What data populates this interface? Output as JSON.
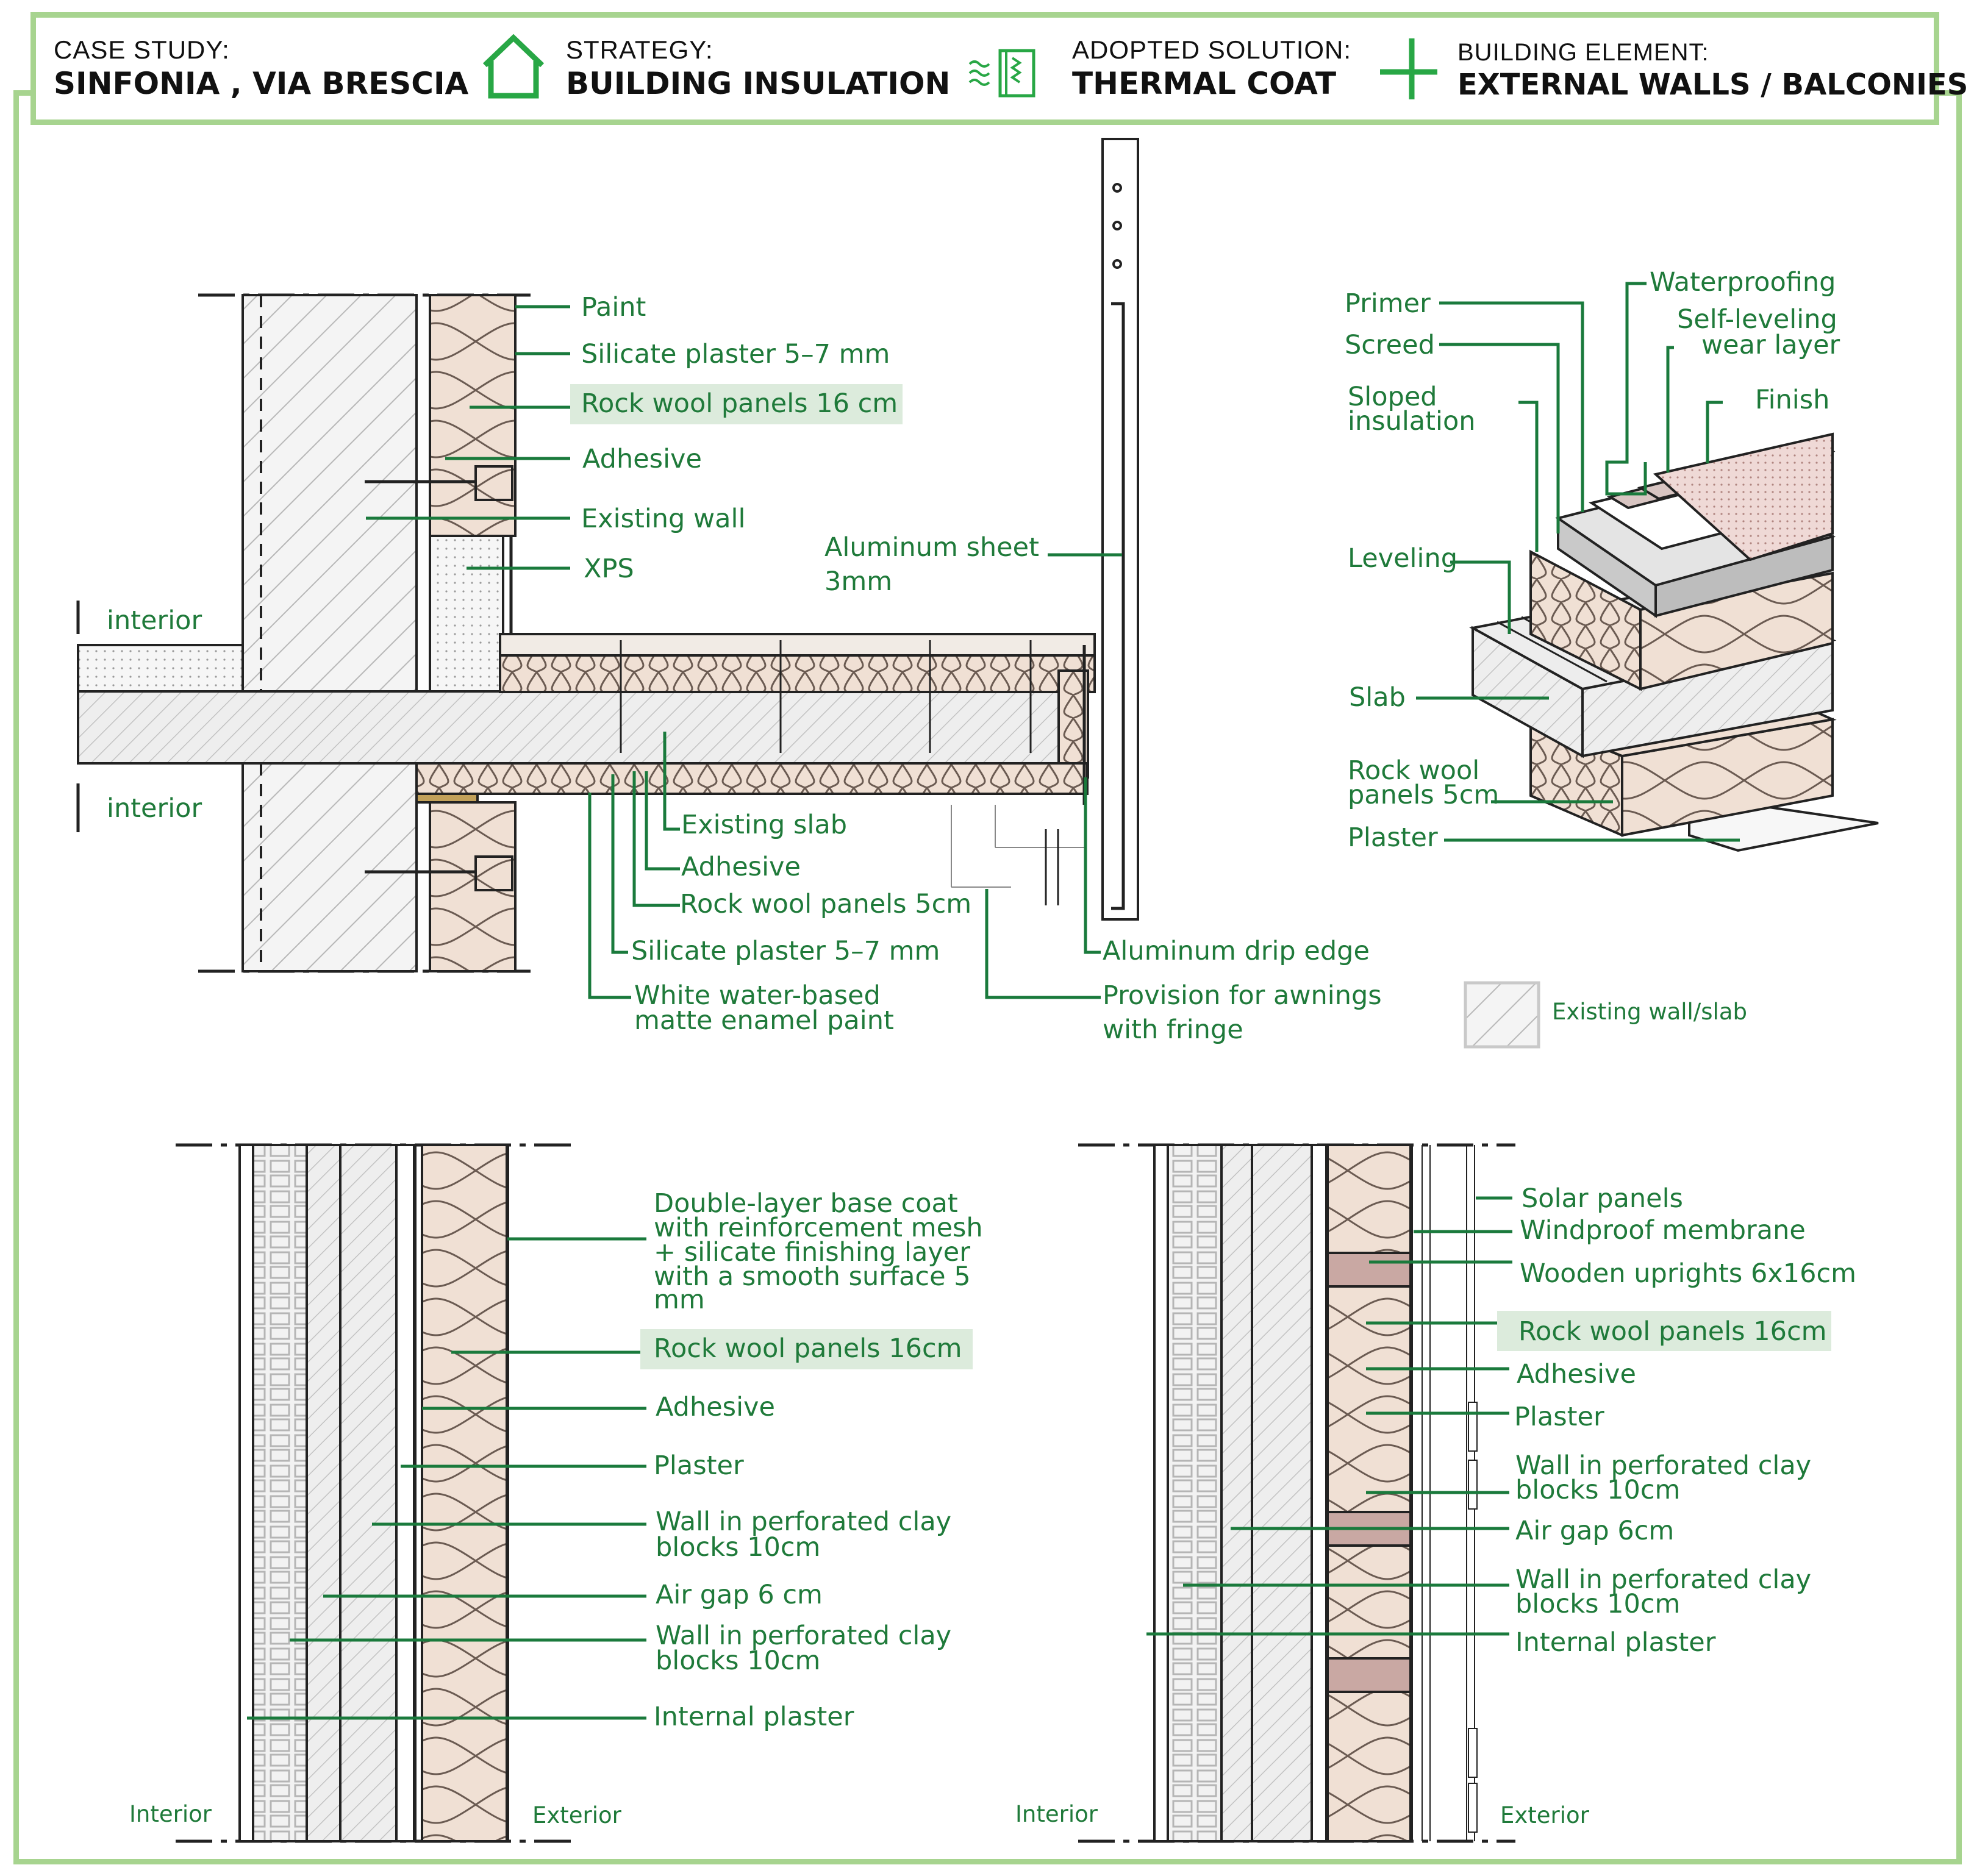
{
  "header": {
    "case_study_label": "CASE STUDY:",
    "case_study_value": "SINFONIA , VIA BRESCIA",
    "strategy_label": "STRATEGY:",
    "strategy_value": "BUILDING INSULATION",
    "solution_label": "ADOPTED SOLUTION:",
    "solution_value": "THERMAL COAT",
    "element_label": "BUILDING ELEMENT:",
    "element_value": "EXTERNAL WALLS / BALCONIES",
    "icons": [
      "house-icon",
      "wave-insulation-icon",
      "cross-icon"
    ]
  },
  "balcony_section": {
    "interior_top": "interior",
    "interior_bottom": "interior",
    "labels": {
      "paint": "Paint",
      "silicate_top": "Silicate plaster 5–7 mm",
      "rockwool16": "Rock wool panels 16 cm",
      "adhesive": "Adhesive",
      "existing_wall": "Existing wall",
      "xps": "XPS",
      "alu_sheet_1": "Aluminum sheet",
      "alu_sheet_2": "3mm",
      "existing_slab": "Existing slab",
      "adhesive_2": "Adhesive",
      "rockwool5": "Rock wool panels 5cm",
      "silicate_bottom": "Silicate plaster 5–7 mm",
      "paint_bottom_1": "White water-based",
      "paint_bottom_2": "matte enamel paint",
      "drip_edge": "Aluminum drip edge",
      "awnings_1": "Provision for awnings",
      "awnings_2": "with fringe"
    }
  },
  "slab_axonometric": {
    "primer": "Primer",
    "screed": "Screed",
    "sloped_1": "Sloped",
    "sloped_2": "insulation",
    "waterproofing": "Waterproofing",
    "self_leveling_1": "Self-leveling",
    "self_leveling_2": "wear layer",
    "finish": "Finish",
    "leveling": "Leveling",
    "slab": "Slab",
    "rockwool_1": "Rock wool",
    "rockwool_2": "panels 5cm",
    "plaster": "Plaster"
  },
  "legend": {
    "existing": "Existing wall/slab"
  },
  "wall_section_left": {
    "base_coat": [
      "Double-layer base coat",
      "with reinforcement mesh",
      "+ silicate finishing layer",
      "with a smooth surface 5",
      "mm"
    ],
    "rockwool": "Rock wool panels 16cm",
    "adhesive": "Adhesive",
    "plaster": "Plaster",
    "wall1_1": "Wall in perforated clay",
    "wall1_2": "blocks 10cm",
    "air_gap": "Air gap 6 cm",
    "wall2_1": "Wall in perforated clay",
    "wall2_2": "blocks 10cm",
    "internal_plaster": "Internal plaster",
    "interior": "Interior",
    "exterior": "Exterior"
  },
  "wall_section_right": {
    "solar": "Solar panels",
    "windproof": "Windproof membrane",
    "uprights": "Wooden uprights 6x16cm",
    "rockwool": "Rock wool panels 16cm",
    "adhesive": "Adhesive",
    "plaster": "Plaster",
    "wall1_1": "Wall in perforated clay",
    "wall1_2": "blocks 10cm",
    "air_gap": "Air gap 6cm",
    "wall2_1": "Wall in perforated clay",
    "wall2_2": "blocks 10cm",
    "internal_plaster": "Internal plaster",
    "interior": "Interior",
    "exterior": "Exterior"
  },
  "colors": {
    "frame": "#a7d48f",
    "leader": "#1a7a3c",
    "label_text": "#1f7a3a",
    "highlight": "#dcebdc",
    "insulation": "#f0e0d4",
    "timber": "#c9a8a3",
    "hatch": "#b8b8b8"
  }
}
